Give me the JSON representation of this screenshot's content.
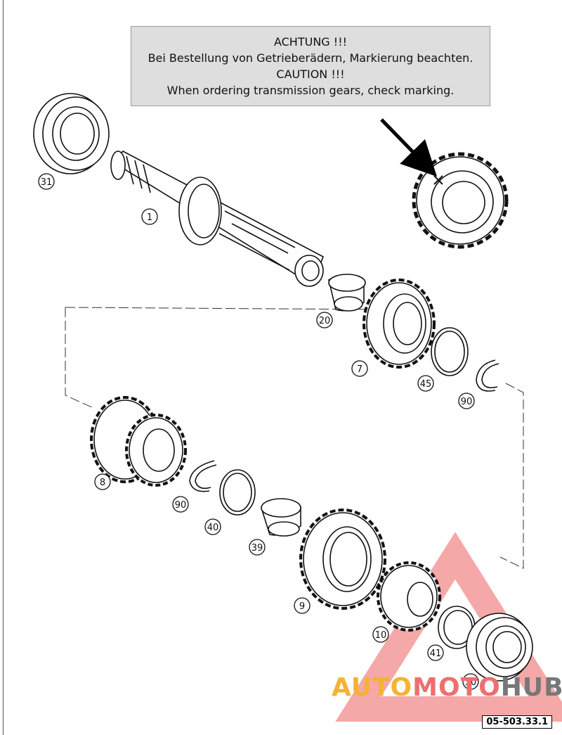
{
  "notice": {
    "line1": "ACHTUNG !!!",
    "line2": "Bei Bestellung von Getrieberädern, Markierung beachten.",
    "line3": "CAUTION !!!",
    "line4": "When ordering transmission gears, check marking."
  },
  "callouts": [
    {
      "id": "callout-31",
      "label": "31"
    },
    {
      "id": "callout-1",
      "label": "1"
    },
    {
      "id": "callout-20",
      "label": "20"
    },
    {
      "id": "callout-7",
      "label": "7"
    },
    {
      "id": "callout-45",
      "label": "45"
    },
    {
      "id": "callout-90-upper",
      "label": "90"
    },
    {
      "id": "callout-8",
      "label": "8"
    },
    {
      "id": "callout-90-lower",
      "label": "90"
    },
    {
      "id": "callout-40",
      "label": "40"
    },
    {
      "id": "callout-39",
      "label": "39"
    },
    {
      "id": "callout-9",
      "label": "9"
    },
    {
      "id": "callout-10",
      "label": "10"
    },
    {
      "id": "callout-41",
      "label": "41"
    },
    {
      "id": "callout-30",
      "label": "30"
    }
  ],
  "reference_code": "05-503.33.1",
  "watermark": {
    "part1": "AUTO",
    "part2": "MOTO",
    "part3": "HUB"
  },
  "colors": {
    "watermark_yellow": "#f5b233",
    "watermark_red": "#ee6f6f",
    "watermark_gray": "#777777",
    "notice_bg": "#dedede"
  }
}
